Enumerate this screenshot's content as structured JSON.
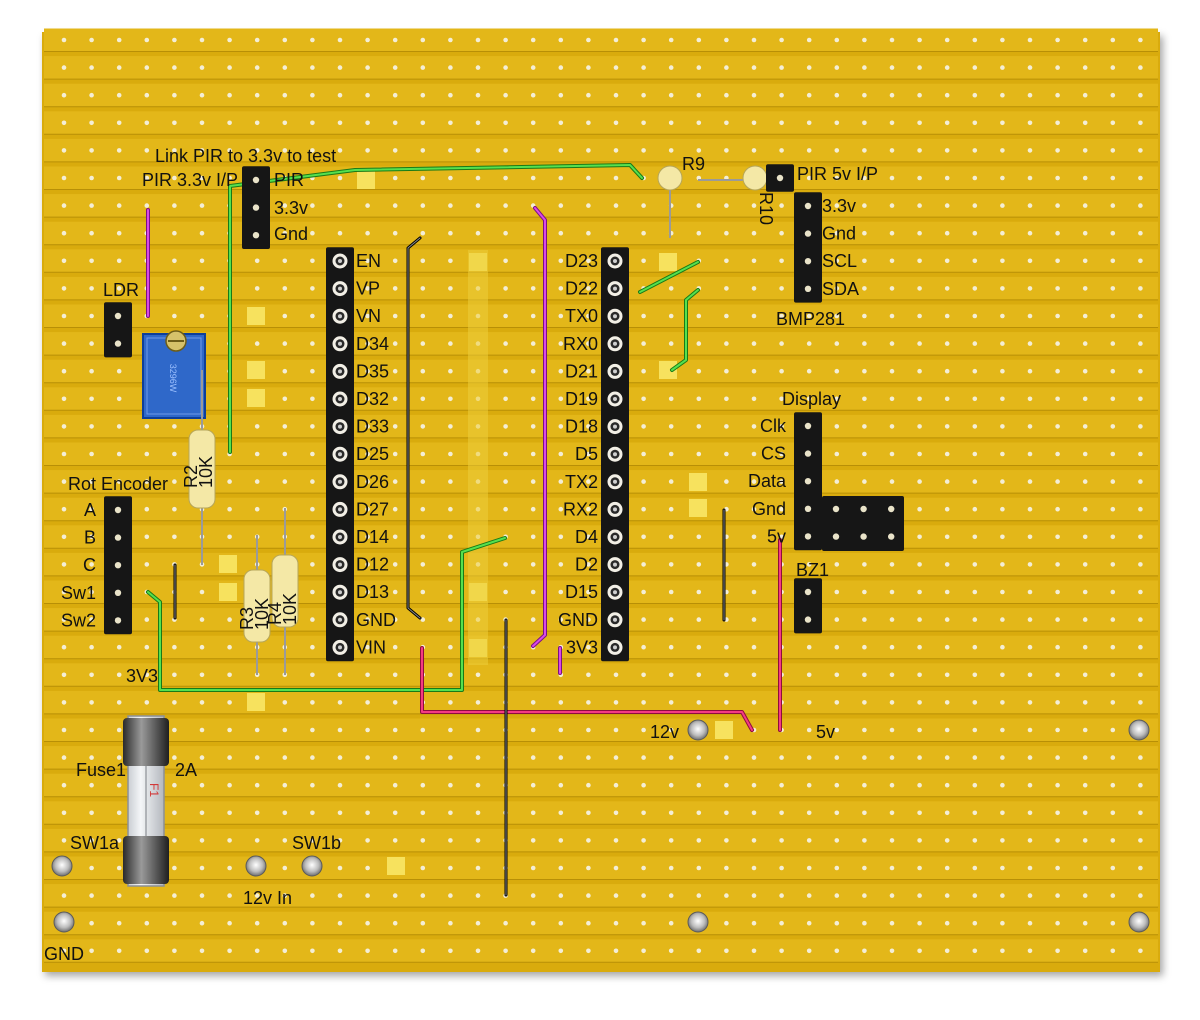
{
  "colors": {
    "board": "#d9ab0c",
    "strip": "#e3b719",
    "hole": "#f4eed6",
    "header": "#161616",
    "wire_green": "#3ec13a",
    "wire_magenta": "#c72ad6",
    "wire_red": "#e0196b",
    "wire_black": "#0b0b0b",
    "resistor": "#f4e8a6",
    "trimpot": "#2f68c9"
  },
  "labels": {
    "link_pir": "Link PIR to 3.3v to test",
    "pir_33_ip": "PIR 3.3v I/P",
    "pir_pin1": "PIR",
    "pir_pin2": "3.3v",
    "pir_pin3": "Gnd",
    "ldr": "LDR",
    "rot_encoder": "Rot Encoder",
    "r2": "R2",
    "r2_val": "10K",
    "r3": "R3",
    "r3_val": "10K",
    "r4": "R4",
    "r4_val": "10K",
    "r9": "R9",
    "r10": "R10",
    "pir_5v_ip": "PIR 5v I/P",
    "bmp281": "BMP281",
    "display": "Display",
    "bz1": "BZ1",
    "label_3v3": "3V3",
    "fuse1": "Fuse1",
    "fuse_rating": "2A",
    "fuse_marking": "F1",
    "sw1a": "SW1a",
    "sw1b": "SW1b",
    "in_12v": "12v In",
    "gnd": "GND",
    "rail_12v": "12v",
    "rail_5v": "5v"
  },
  "esp32_left_pins": [
    "EN",
    "VP",
    "VN",
    "D34",
    "D35",
    "D32",
    "D33",
    "D25",
    "D26",
    "D27",
    "D14",
    "D12",
    "D13",
    "GND",
    "VIN"
  ],
  "esp32_right_pins": [
    "D23",
    "D22",
    "TX0",
    "RX0",
    "D21",
    "D19",
    "D18",
    "D5",
    "TX2",
    "RX2",
    "D4",
    "D2",
    "D15",
    "GND",
    "3V3"
  ],
  "rot_encoder_pins": [
    "A",
    "B",
    "C",
    "Sw1",
    "Sw2"
  ],
  "bmp281_pins": [
    "3.3v",
    "Gnd",
    "SCL",
    "SDA"
  ],
  "display_pins": [
    "Clk",
    "CS",
    "Data",
    "Gnd",
    "5v"
  ]
}
